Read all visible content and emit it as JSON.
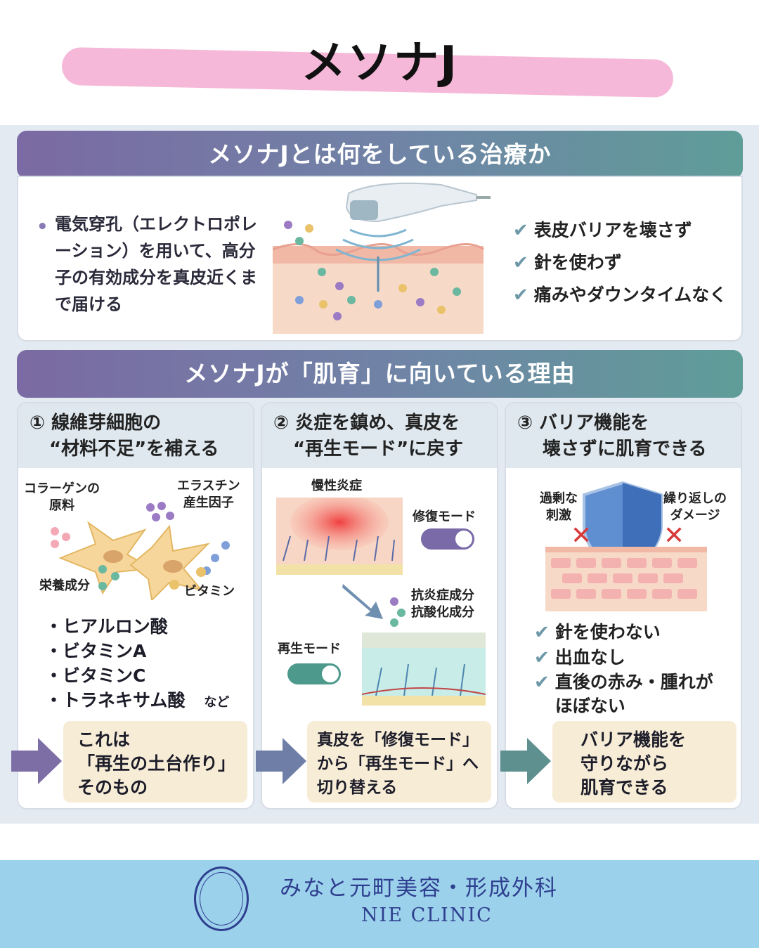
{
  "title": "メソナJ",
  "section1": {
    "heading": "メソナJとは何をしている治療か",
    "description": "電気穿孔（エレクトロポレーション）を用いて、高分子の有効成分を真皮近くまで届ける",
    "checks": [
      "表皮バリアを壊さず",
      "針を使わず",
      "痛みやダウンタイムなく"
    ]
  },
  "section2": {
    "heading": "メソナJが「肌育」に向いている理由",
    "columns": [
      {
        "number": "①",
        "title_line1": "線維芽細胞の",
        "title_line2": "“材料不足”を補える",
        "labels": {
          "collagen": "コラーゲンの\n原料",
          "elastin": "エラスチン\n産生因子",
          "nutrient": "栄養成分",
          "vitamin": "ビタミン"
        },
        "bullets": [
          "・ヒアルロン酸",
          "・ビタミンA",
          "・ビタミンC",
          "・トラネキサム酸"
        ],
        "etc": "など",
        "conclusion": "これは\n「再生の土台作り」\nそのもの"
      },
      {
        "number": "②",
        "title_line1": "炎症を鎮め、真皮を",
        "title_line2": "“再生モード”に戻す",
        "labels": {
          "inflammation": "慢性炎症",
          "repair_mode": "修復モード",
          "regen_mode": "再生モード",
          "ingredients": "抗炎症成分\n抗酸化成分"
        },
        "conclusion": "真皮を「修復モード」\nから「再生モード」へ\n切り替える"
      },
      {
        "number": "③",
        "title_line1": "バリア機能を",
        "title_line2": "壊さずに肌育できる",
        "labels": {
          "stimulus": "過剰な\n刺激",
          "damage": "繰り返しの\nダメージ"
        },
        "checks": [
          "針を使わない",
          "出血なし",
          "直後の赤み・腫れが\nほぼない"
        ],
        "conclusion": "バリア機能を\n守りながら\n肌育できる"
      }
    ]
  },
  "footer": {
    "clinic_ja": "みなと元町美容・形成外科",
    "clinic_en": "NIE CLINIC"
  },
  "icons": [
    "device-icon",
    "check-icon",
    "arrow-right-icon",
    "shield-icon",
    "toggle-icon",
    "logo-emblem"
  ],
  "colors": {
    "highlight": "#f6b8d8",
    "bar_start": "#7b6aa3",
    "bar_end": "#5f9d98",
    "footer": "#9cd1ec",
    "brand": "#2f3f8f",
    "box": "#f7edd7"
  }
}
